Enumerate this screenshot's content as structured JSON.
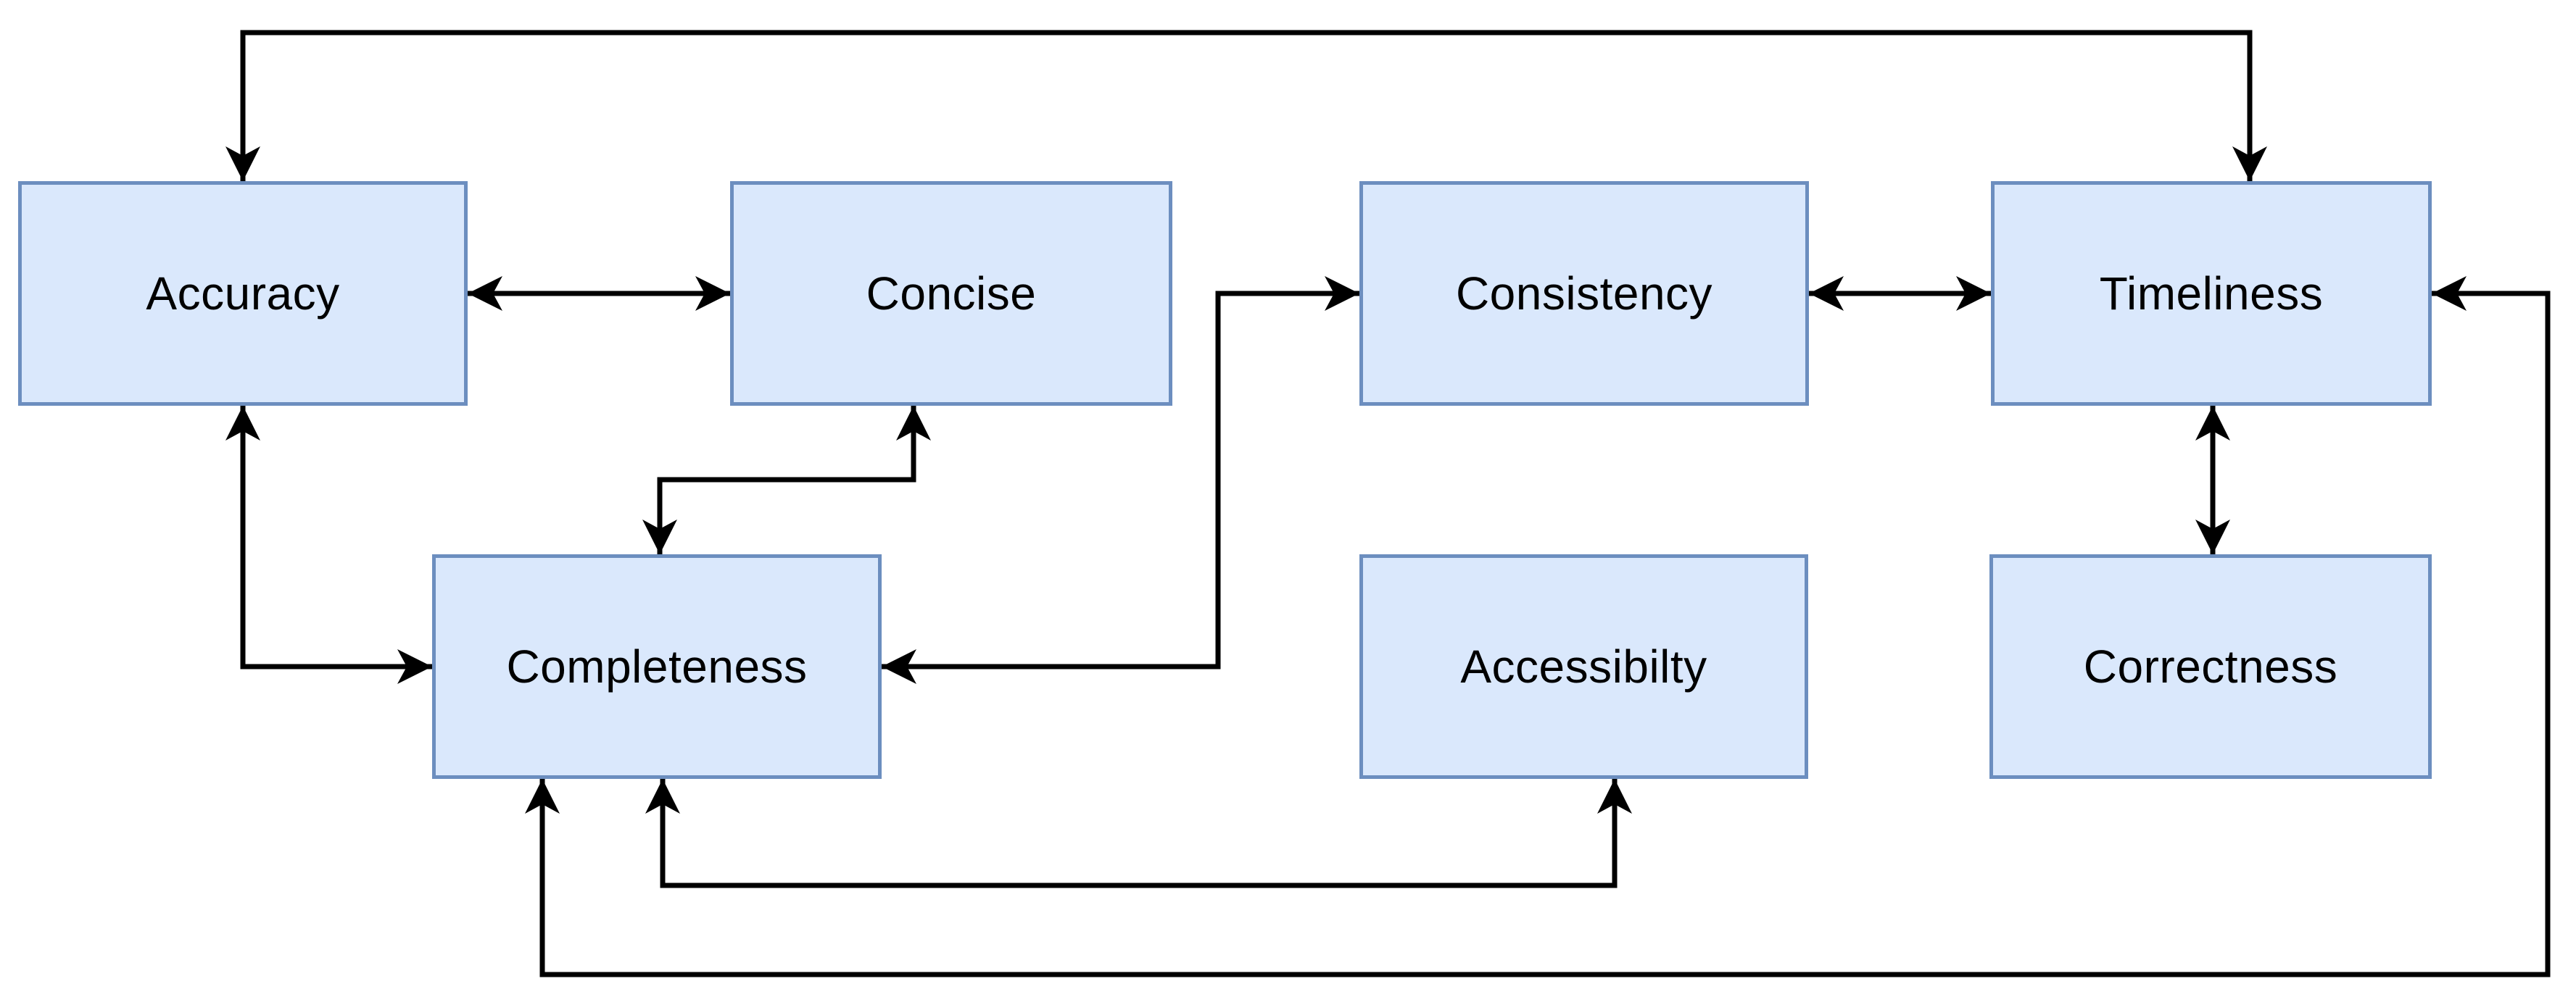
{
  "diagram": {
    "background_color": "#ffffff",
    "node_fill_color": "#dae8fc",
    "node_border_color": "#6c8ebf",
    "edge_color": "#000000",
    "text_color": "#000000",
    "nodes": [
      {
        "id": "accuracy",
        "label": "Accuracy"
      },
      {
        "id": "concise",
        "label": "Concise"
      },
      {
        "id": "consistency",
        "label": "Consistency"
      },
      {
        "id": "timeliness",
        "label": "Timeliness"
      },
      {
        "id": "completeness",
        "label": "Completeness"
      },
      {
        "id": "accessibilty",
        "label": "Accessibilty"
      },
      {
        "id": "correctness",
        "label": "Correctness"
      }
    ],
    "edges": [
      {
        "from": "Accuracy",
        "to": "Timeliness",
        "direction": "bidirectional",
        "route": "over-the-top"
      },
      {
        "from": "Accuracy",
        "to": "Concise",
        "direction": "bidirectional",
        "route": "direct-horizontal"
      },
      {
        "from": "Consistency",
        "to": "Timeliness",
        "direction": "bidirectional",
        "route": "direct-horizontal"
      },
      {
        "from": "Timeliness",
        "to": "Correctness",
        "direction": "bidirectional",
        "route": "direct-vertical"
      },
      {
        "from": "Accuracy",
        "to": "Completeness",
        "direction": "bidirectional",
        "route": "elbow-left"
      },
      {
        "from": "Concise",
        "to": "Completeness",
        "direction": "bidirectional",
        "route": "zigzag"
      },
      {
        "from": "Completeness",
        "to": "Consistency",
        "direction": "bidirectional",
        "route": "elbow-up"
      },
      {
        "from": "Completeness",
        "to": "Accessibilty",
        "direction": "bidirectional",
        "route": "under-the-bottom"
      },
      {
        "from": "Completeness",
        "to": "Timeliness",
        "direction": "bidirectional",
        "route": "around-bottom-right"
      }
    ]
  }
}
